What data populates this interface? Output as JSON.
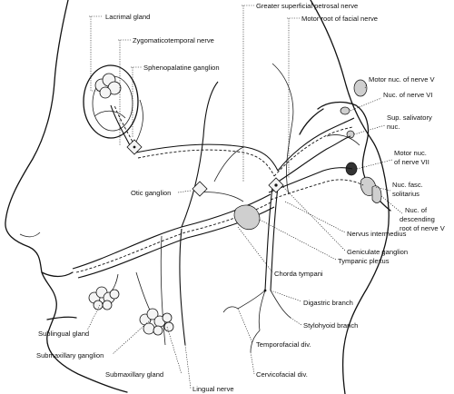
{
  "labels": {
    "lacrimal_gland": "Lacrimal gland",
    "zygomaticotemporal_nerve": "Zygomaticotemporal nerve",
    "sphenopalatine_ganglion": "Sphenopalatine ganglion",
    "greater_superficial_petrosal_nerve": "Greater superficial petrosal nerve",
    "motor_root_of_facial_nerve": "Motor root of facial nerve",
    "motor_nuc_nerve_v": "Motor nuc. of nerve V",
    "nuc_nerve_vi": "Nuc. of nerve VI",
    "sup_salivatory_line1": "Sup. salivatory",
    "sup_salivatory_line2": "nuc.",
    "motor_nuc_vii_line1": "Motor nuc.",
    "motor_nuc_vii_line2": "of nerve VII",
    "nuc_fasc_line1": "Nuc. fasc.",
    "nuc_fasc_line2": "solitarius",
    "nuc_desc_line1": "Nuc. of",
    "nuc_desc_line2": "descending",
    "nuc_desc_line3": "root of nerve V",
    "otic_ganglion": "Otic ganglion",
    "nervus_intermedius": "Nervus intermedius",
    "geniculate_ganglion": "Geniculate ganglion",
    "tympanic_plexus": "Tympanic plexus",
    "chorda_tympani": "Chorda tympani",
    "digastric_branch": "Digastric branch",
    "stylohyoid_branch": "Stylohyoid branch",
    "temporofacial_div": "Temporofacial div.",
    "cervicofacial_div": "Cervicofacial div.",
    "lingual_nerve": "Lingual nerve",
    "submaxillary_gland": "Submaxillary gland",
    "submaxillary_ganglion": "Submaxillary ganglion",
    "sublingual_gland": "Sublingual gland"
  }
}
